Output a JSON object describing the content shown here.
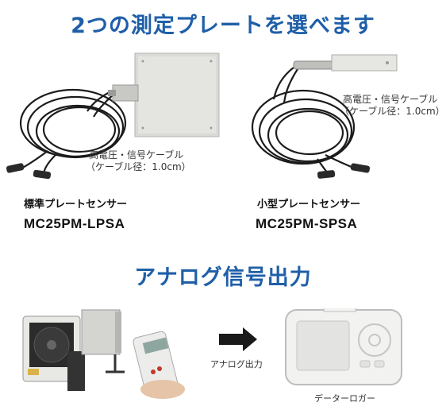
{
  "headings": {
    "top": "2つの測定プレートを選べます",
    "bottom": "アナログ信号出力"
  },
  "standard": {
    "cable_line1": "高電圧・信号ケーブル",
    "cable_line2": "（ケーブル径：1.0cm）",
    "name": "標準プレートセンサー",
    "model": "MC25PM-LPSA"
  },
  "small": {
    "cable_line1": "高電圧・信号ケーブル",
    "cable_line2": "（ケーブル径：1.0cm）",
    "name": "小型プレートセンサー",
    "model": "MC25PM-SPSA"
  },
  "analog": {
    "arrow_label": "アナログ出力",
    "logger_label": "データーロガー"
  },
  "colors": {
    "heading": "#1f5fa8",
    "arrow": "#1a1a1a"
  }
}
